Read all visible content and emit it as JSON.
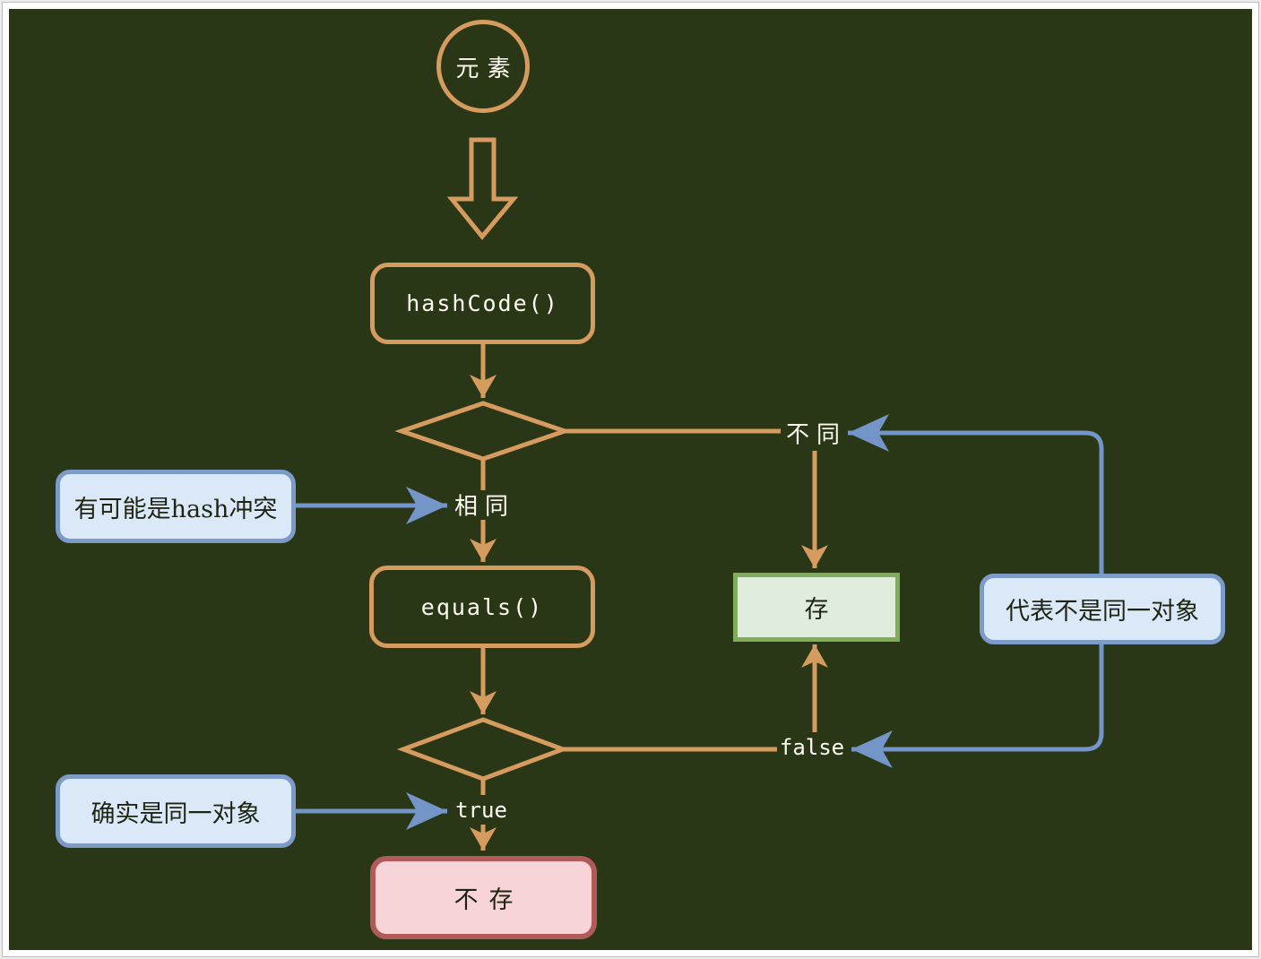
{
  "colors": {
    "background": "#2A3717",
    "flow": "#D69B5F",
    "blue": "#7495C8",
    "blue_border": "#7D9BC8",
    "blue_fill": "#DAE8F8",
    "green_border": "#7FAD5C",
    "green_fill": "#E0ECDC",
    "pink_border": "#B05B59",
    "pink_fill": "#F6D4D7",
    "text_light": "#FFFDF4",
    "text_dark": "#1E2412"
  },
  "flowchart": {
    "start": "元素",
    "hashcode": "hashCode()",
    "equals": "equals()",
    "store": "存",
    "not_store": "不存",
    "label_same": "相同",
    "label_different": "不同",
    "label_true": "true",
    "label_false": "false",
    "note_hash_conflict": "有可能是hash冲突",
    "note_same_object": "确实是同一对象",
    "note_not_same_object": "代表不是同一对象"
  }
}
